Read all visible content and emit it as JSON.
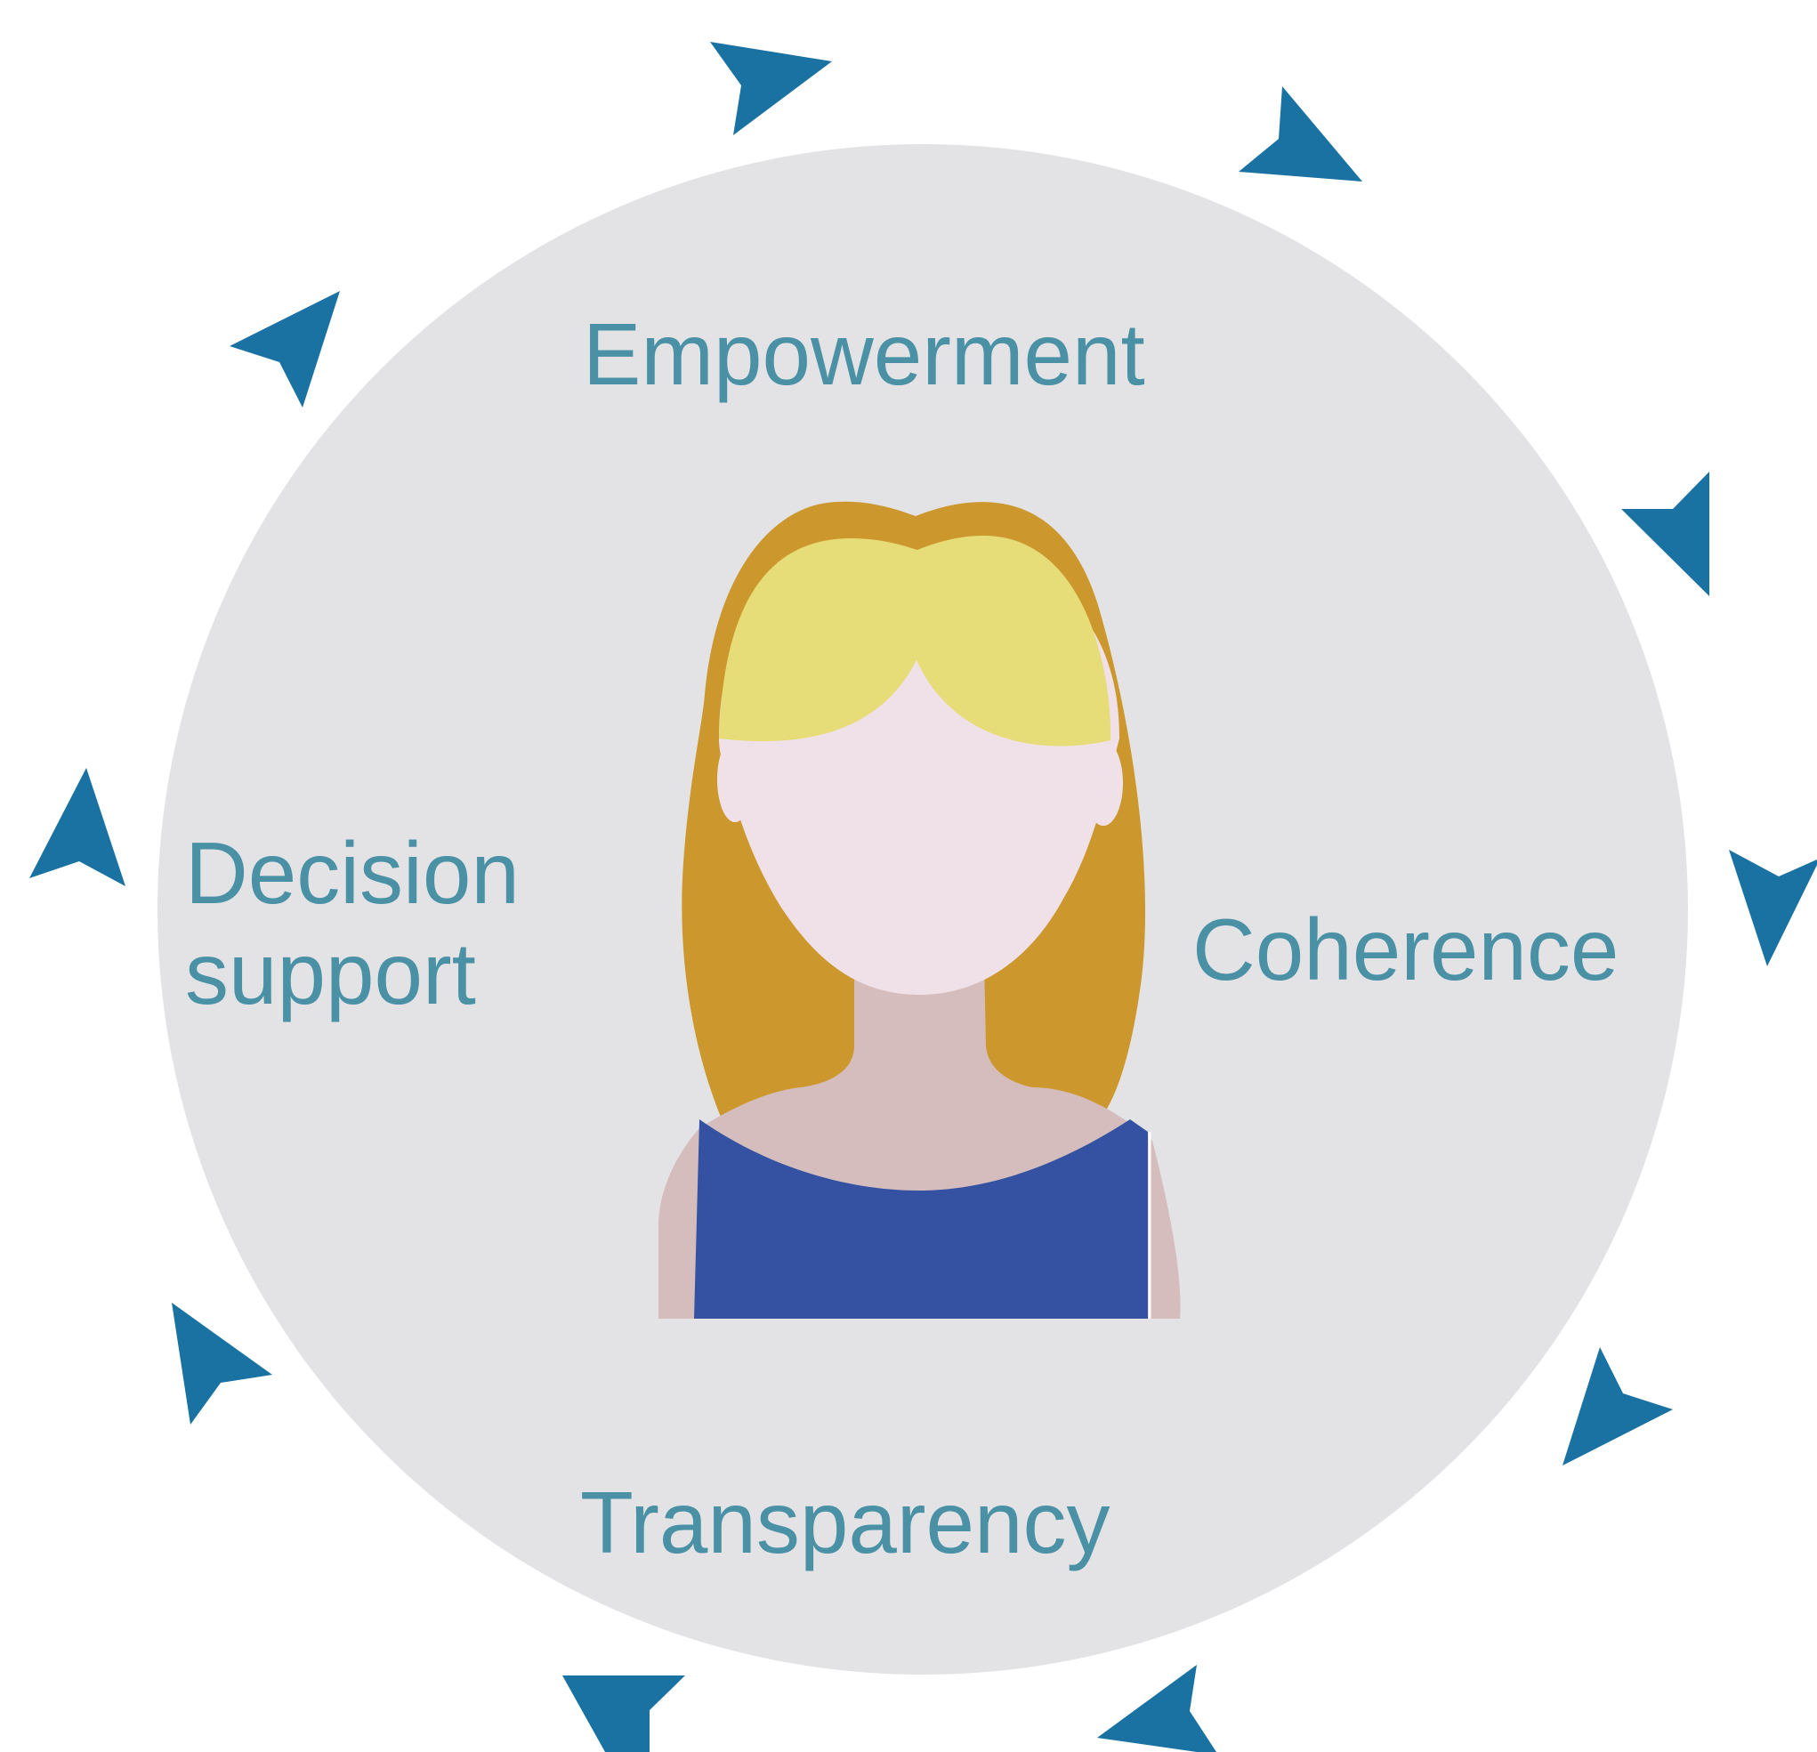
{
  "colors": {
    "background": "#ffffff",
    "circle": "#e3e3e6",
    "arrow": "#1a72a3",
    "label_text": "#4a91a6",
    "hair_outer": "#cc982d",
    "hair_inner": "#e6dc78",
    "face": "#f0e1e8",
    "neck_shoulders": "#d4bdbc",
    "top": "#3452a1"
  },
  "labels": {
    "top": "Empowerment",
    "left_line1": "Decision",
    "left_line2": "support",
    "right": "Coherence",
    "bottom": "Transparency"
  },
  "icons": {
    "figure": "woman-avatar-icon",
    "arrows": "arrowhead-icon"
  }
}
